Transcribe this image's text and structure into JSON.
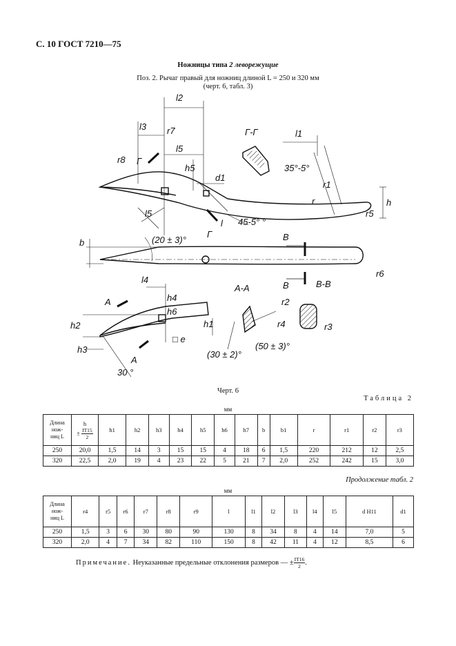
{
  "page": {
    "header": "С. 10 ГОСТ 7210—75",
    "section_title_prefix": "Ножницы типа",
    "section_title_num": "2",
    "section_title_suffix": "леворежущие",
    "caption_line1": "Поз. 2. Рычаг правый для ножниц длиной L = 250 и 320 мм",
    "caption_line2": "(черт. 6, табл. 3)",
    "figure_label": "Черт. 6",
    "table_label": "Таблица 2",
    "unit": "мм",
    "continuation_label": "Продолжение табл. 2",
    "note_label": "Примечание.",
    "note_text": "Неуказанные предельные отклонения размеров — ±",
    "note_frac_num": "IT16",
    "note_frac_den": "2",
    "note_end": "."
  },
  "drawing": {
    "labels": {
      "l2": "l2",
      "l3": "l3",
      "r7": "r7",
      "r8": "r8",
      "l5": "l5",
      "G_top": "Г",
      "h5": "h5",
      "d1": "d1",
      "angle45": "45-5° °",
      "l_label": "l",
      "l5b": "l5",
      "G_bottom": "Г",
      "GG": "Г-Г",
      "l1": "l1",
      "angle35": "35°-5°",
      "r1": "r1",
      "r": "r",
      "h": "h",
      "r5": "r5",
      "b": "b",
      "angle20": "(20 ± 3)°",
      "B_top": "В",
      "B_bottom": "В",
      "BB": "В-В",
      "r6": "r6",
      "AA": "А-А",
      "l4": "l4",
      "A_top": "А",
      "h4": "h4",
      "h6": "h6",
      "h2": "h2",
      "h1": "h1",
      "h3": "h3",
      "A_bottom": "А",
      "square_e": "□ е",
      "angle30": "30 °",
      "angle30b": "(30 ± 2)°",
      "angle50": "(50 ± 3)°",
      "r2": "r2",
      "r4": "r4",
      "r3": "r3"
    }
  },
  "table1": {
    "header_first": [
      "Длина",
      "нож-",
      "ниц L"
    ],
    "h_label": "h",
    "h_tol_sign": "±",
    "h_tol_num": "IT15",
    "h_tol_den": "2",
    "headers": [
      "h1",
      "h2",
      "h3",
      "h4",
      "h5",
      "h6",
      "h7",
      "b",
      "b1",
      "r",
      "r1",
      "r2",
      "r3"
    ],
    "rows": [
      [
        "250",
        "20,0",
        "1,5",
        "14",
        "3",
        "15",
        "15",
        "4",
        "18",
        "6",
        "1,5",
        "220",
        "212",
        "12",
        "2,5"
      ],
      [
        "320",
        "22,5",
        "2,0",
        "19",
        "4",
        "23",
        "22",
        "5",
        "21",
        "7",
        "2,0",
        "252",
        "242",
        "15",
        "3,0"
      ]
    ]
  },
  "table2": {
    "header_first": [
      "Длина",
      "нож-",
      "ниц L"
    ],
    "headers": [
      "r4",
      "r5",
      "r6",
      "r7",
      "r8",
      "r9",
      "l",
      "l1",
      "l2",
      "l3",
      "l4",
      "l5",
      "d H11",
      "d1"
    ],
    "rows": [
      [
        "250",
        "1,5",
        "3",
        "6",
        "30",
        "80",
        "90",
        "130",
        "8",
        "34",
        "8",
        "4",
        "14",
        "7,0",
        "5"
      ],
      [
        "320",
        "2,0",
        "4",
        "7",
        "34",
        "82",
        "110",
        "150",
        "8",
        "42",
        "11",
        "4",
        "12",
        "8,5",
        "6"
      ]
    ]
  }
}
